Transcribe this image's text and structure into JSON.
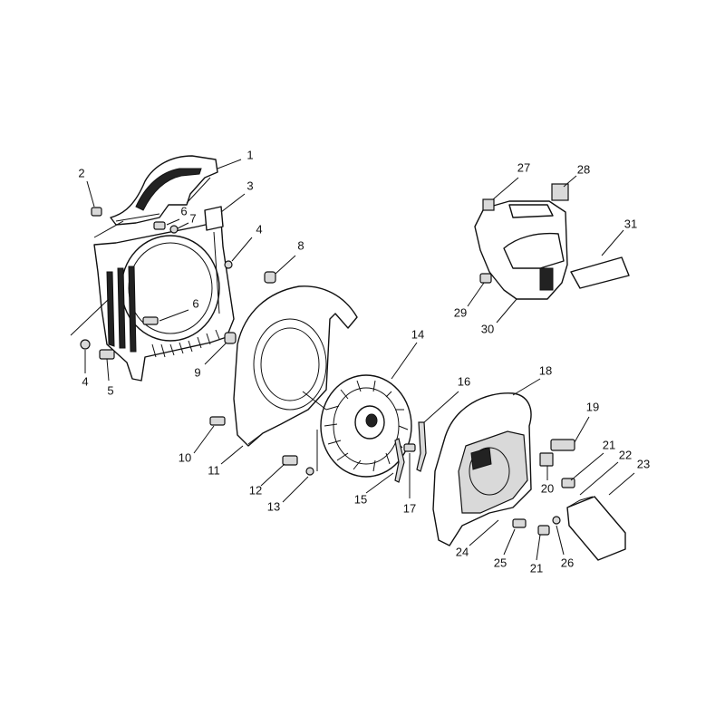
{
  "callouts": [
    {
      "id": "c1",
      "label": "1"
    },
    {
      "id": "c2",
      "label": "2"
    },
    {
      "id": "c3",
      "label": "3"
    },
    {
      "id": "c4a",
      "label": "4"
    },
    {
      "id": "c4b",
      "label": "4"
    },
    {
      "id": "c5",
      "label": "5"
    },
    {
      "id": "c6a",
      "label": "6"
    },
    {
      "id": "c6b",
      "label": "6"
    },
    {
      "id": "c7",
      "label": "7"
    },
    {
      "id": "c8",
      "label": "8"
    },
    {
      "id": "c9",
      "label": "9"
    },
    {
      "id": "c10",
      "label": "10"
    },
    {
      "id": "c11",
      "label": "11"
    },
    {
      "id": "c12",
      "label": "12"
    },
    {
      "id": "c13",
      "label": "13"
    },
    {
      "id": "c14",
      "label": "14"
    },
    {
      "id": "c15",
      "label": "15"
    },
    {
      "id": "c16",
      "label": "16"
    },
    {
      "id": "c17",
      "label": "17"
    },
    {
      "id": "c18",
      "label": "18"
    },
    {
      "id": "c19",
      "label": "19"
    },
    {
      "id": "c20",
      "label": "20"
    },
    {
      "id": "c21a",
      "label": "21"
    },
    {
      "id": "c21b",
      "label": "21"
    },
    {
      "id": "c22",
      "label": "22"
    },
    {
      "id": "c23",
      "label": "23"
    },
    {
      "id": "c24",
      "label": "24"
    },
    {
      "id": "c25",
      "label": "25"
    },
    {
      "id": "c26",
      "label": "26"
    },
    {
      "id": "c27",
      "label": "27"
    },
    {
      "id": "c28",
      "label": "28"
    },
    {
      "id": "c29",
      "label": "29"
    },
    {
      "id": "c30",
      "label": "30"
    },
    {
      "id": "c31",
      "label": "31"
    }
  ]
}
